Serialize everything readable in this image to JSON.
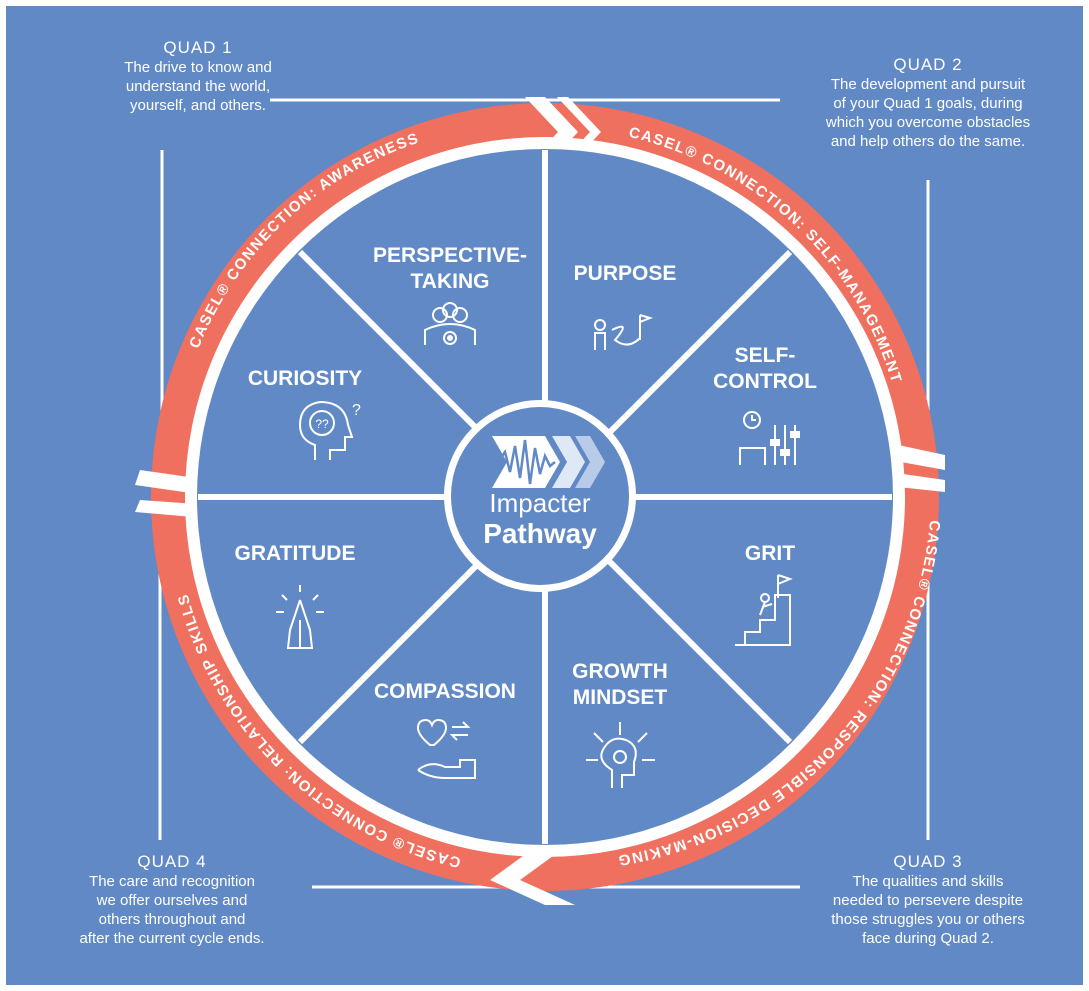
{
  "colors": {
    "background": "#6189c6",
    "accent": "#f0705f",
    "line": "#ffffff"
  },
  "quads": [
    {
      "title": "QUAD 1",
      "description": [
        "The drive to know and",
        "understand the world,",
        "yourself, and others."
      ]
    },
    {
      "title": "QUAD 2",
      "description": [
        "The development and pursuit",
        "of your Quad 1 goals, during",
        "which you overcome obstacles",
        "and help others do the same."
      ]
    },
    {
      "title": "QUAD 3",
      "description": [
        "The qualities and skills",
        "needed to persevere despite",
        "those struggles you or others",
        "face during Quad 2."
      ]
    },
    {
      "title": "QUAD 4",
      "description": [
        "The care and recognition",
        "we offer ourselves and",
        "others throughout and",
        "after the current cycle ends."
      ]
    }
  ],
  "ring_labels": {
    "awareness": "CASEL® CONNECTION: AWARENESS",
    "self_management": "CASEL® CONNECTION: SELF-MANAGEMENT",
    "responsible": "CASEL® CONNECTION: RESPONSIBLE DECISION-MAKING",
    "relationship": "CASEL® CONNECTION: RELATIONSHIP SKILLS"
  },
  "segments": [
    {
      "key": "perspective",
      "lines": [
        "PERSPECTIVE-",
        "TAKING"
      ],
      "icon": "audience-eye-icon"
    },
    {
      "key": "purpose",
      "lines": [
        "PURPOSE"
      ],
      "icon": "person-path-flag-icon"
    },
    {
      "key": "self_control",
      "lines": [
        "SELF-",
        "CONTROL"
      ],
      "icon": "person-clock-sliders-icon"
    },
    {
      "key": "grit",
      "lines": [
        "GRIT"
      ],
      "icon": "climber-flag-icon"
    },
    {
      "key": "growth",
      "lines": [
        "GROWTH",
        "MINDSET"
      ],
      "icon": "head-arrows-icon"
    },
    {
      "key": "compassion",
      "lines": [
        "COMPASSION"
      ],
      "icon": "heart-hand-icon"
    },
    {
      "key": "gratitude",
      "lines": [
        "GRATITUDE"
      ],
      "icon": "praying-hands-icon"
    },
    {
      "key": "curiosity",
      "lines": [
        "CURIOSITY"
      ],
      "icon": "head-question-icon"
    }
  ],
  "logo": {
    "line1": "Impacter",
    "line2": "Pathway",
    "icon": "soundwave-chevron-icon"
  }
}
